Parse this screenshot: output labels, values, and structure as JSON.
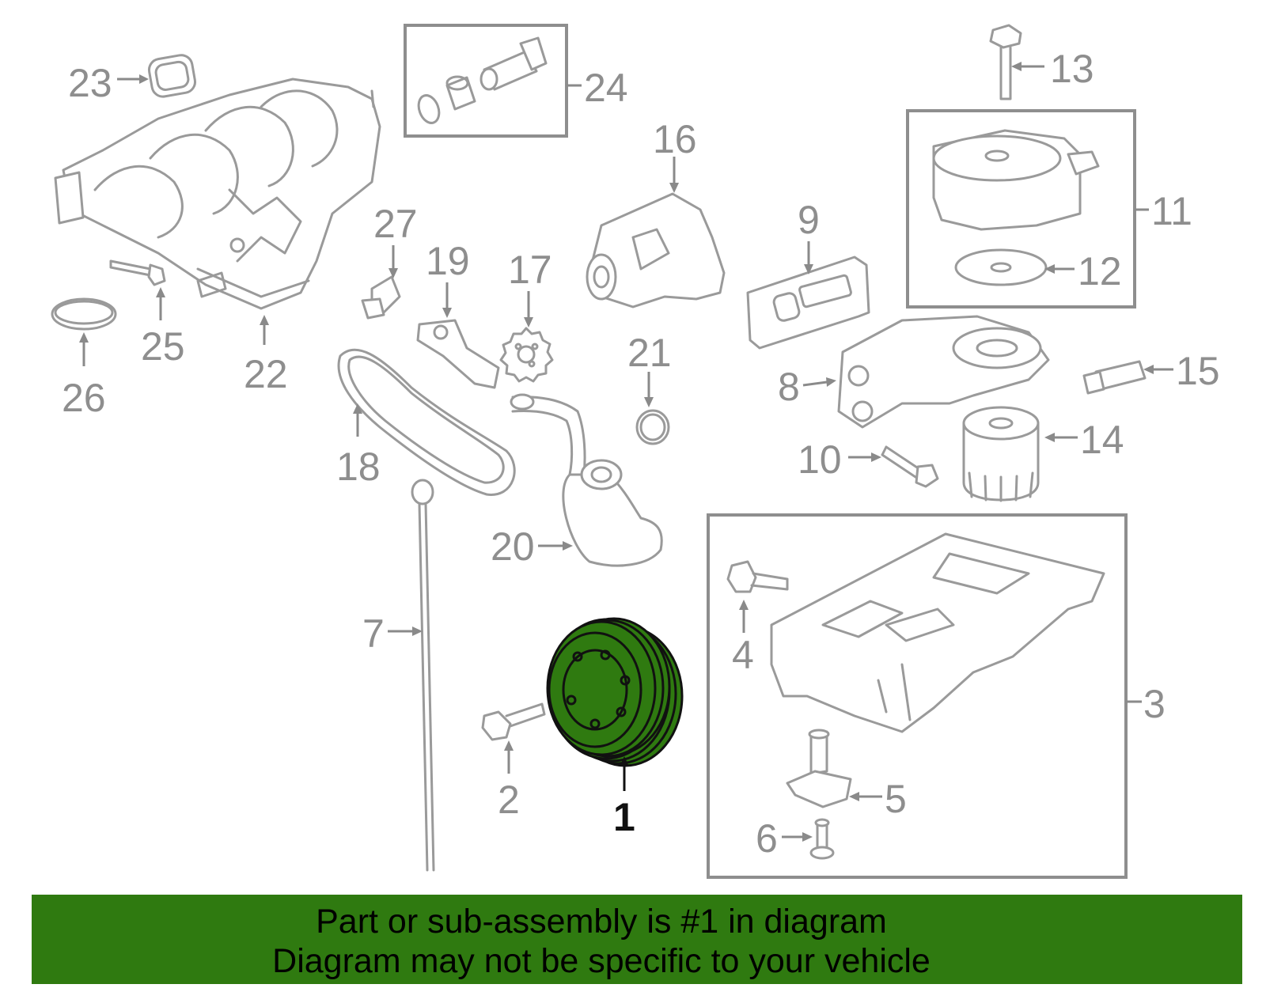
{
  "callouts": {
    "c1": "1",
    "c2": "2",
    "c3": "3",
    "c4": "4",
    "c5": "5",
    "c6": "6",
    "c7": "7",
    "c8": "8",
    "c9": "9",
    "c10": "10",
    "c11": "11",
    "c12": "12",
    "c13": "13",
    "c14": "14",
    "c15": "15",
    "c16": "16",
    "c17": "17",
    "c18": "18",
    "c19": "19",
    "c20": "20",
    "c21": "21",
    "c22": "22",
    "c23": "23",
    "c24": "24",
    "c25": "25",
    "c26": "26",
    "c27": "27"
  },
  "highlighted_part": "1",
  "banner": {
    "line1": "Part or sub-assembly is #1 in diagram",
    "line2": "Diagram may not be specific to your vehicle"
  },
  "colors": {
    "banner": "#2f7a10",
    "highlight_part": "#2f7a10",
    "line_art": "#9a9a9a"
  }
}
